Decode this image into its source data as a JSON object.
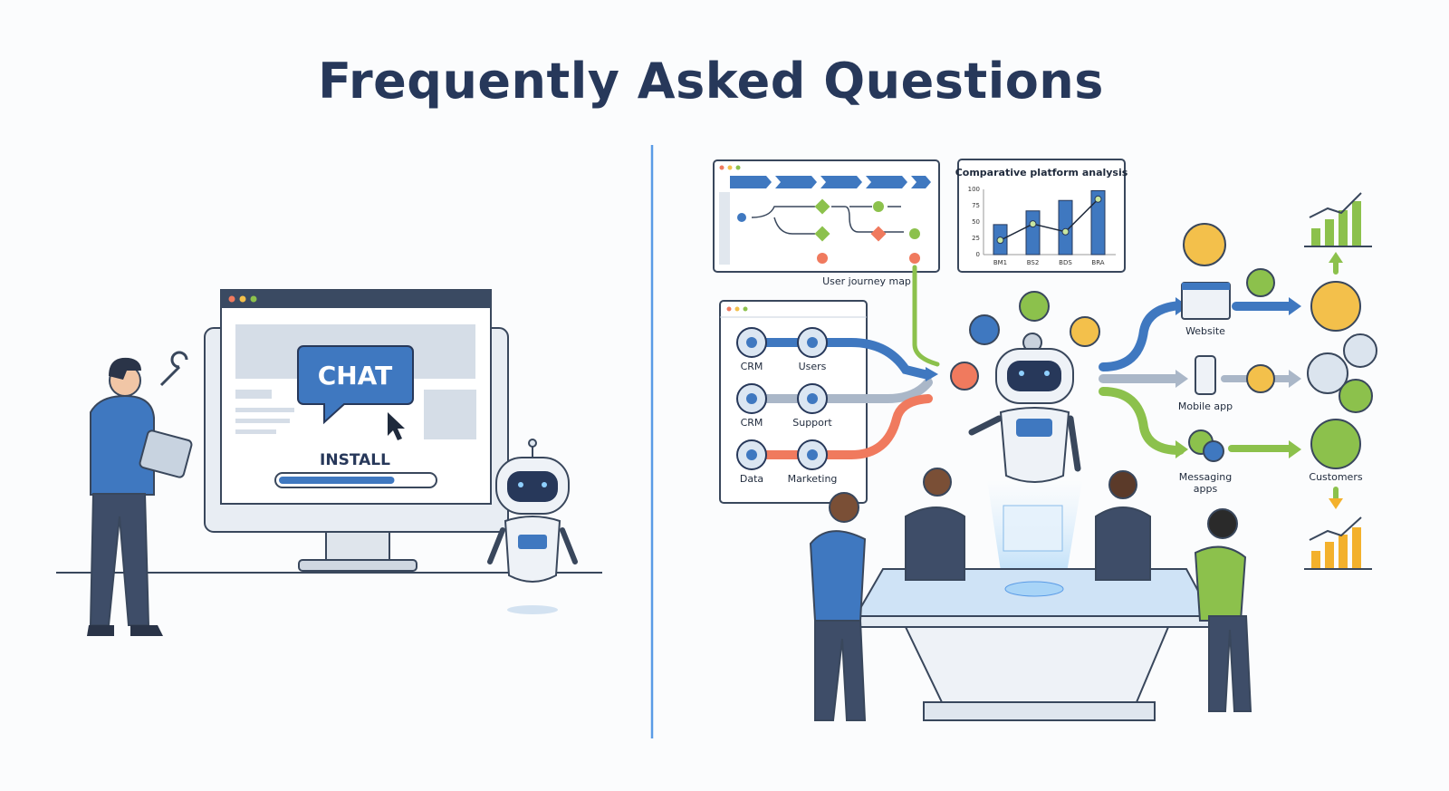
{
  "title": "Frequently Asked Questions",
  "left_scene": {
    "chat_bubble": "CHAT",
    "install_label": "INSTALL",
    "install_progress_percent": 75
  },
  "right_scene": {
    "journey_map_label": "User journey map",
    "comparison_chart": {
      "title": "Comparative platform analysis",
      "y_ticks": [
        "100",
        "75",
        "50",
        "25",
        "0"
      ],
      "categories": [
        "BM1",
        "BS2",
        "BDS",
        "BRA"
      ]
    },
    "sources": [
      {
        "label": "CRM",
        "icon": "cloud-icon"
      },
      {
        "label": "Users",
        "icon": "user-icon"
      },
      {
        "label": "CRM",
        "icon": "network-icon"
      },
      {
        "label": "Support",
        "icon": "headset-icon"
      },
      {
        "label": "Data",
        "icon": "bar-chart-icon"
      },
      {
        "label": "Marketing",
        "icon": "megaphone-icon"
      }
    ],
    "channels": [
      {
        "label": "Website",
        "icon": "browser-icon"
      },
      {
        "label": "Mobile app",
        "icon": "phone-icon"
      },
      {
        "label": "Messaging apps",
        "icon": "chat-icon"
      }
    ],
    "customers_label": "Customers",
    "colors": {
      "blue": "#3f78c0",
      "green": "#8cc14c",
      "coral": "#f07a5e",
      "gray": "#aab7c8",
      "navy": "#27385a"
    }
  }
}
